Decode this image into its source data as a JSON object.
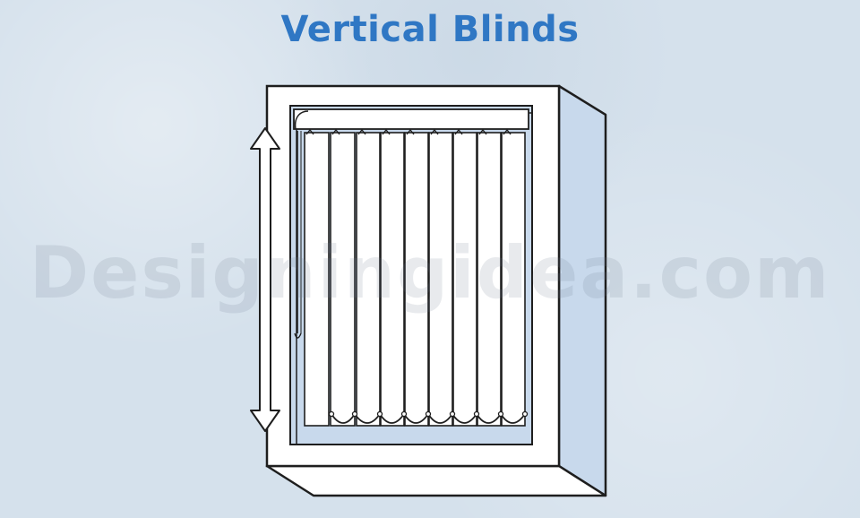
{
  "title": "Vertical Blinds",
  "watermark": "Designingidea.com",
  "colors": {
    "background": "#d5e1ec",
    "title": "#2f77c4",
    "frame_fill": "#ffffff",
    "frame_side": "#c8d9ec",
    "line": "#1e1e1e"
  },
  "illustration": {
    "subject": "window with vertical blinds",
    "slat_count": 9,
    "height_indicator": "double-arrow"
  }
}
